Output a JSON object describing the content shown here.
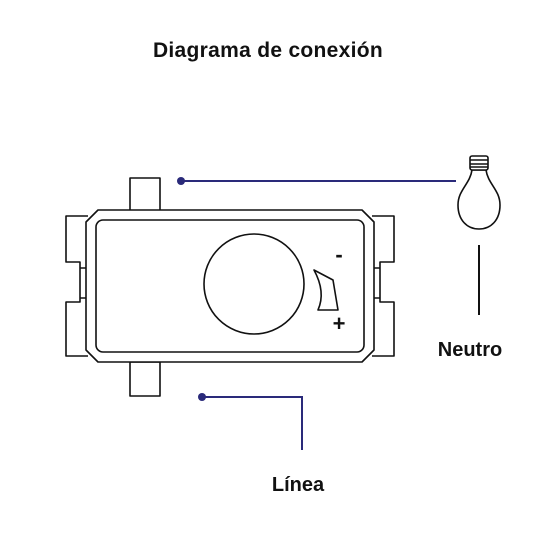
{
  "title": "Diagrama de conexión",
  "labels": {
    "neutro": "Neutro",
    "linea": "Línea"
  },
  "dimmer": {
    "minus_symbol": "-",
    "plus_symbol": "+"
  },
  "icons": {
    "bulb": "light-bulb-icon",
    "knob": "dimmer-knob-icon",
    "ramp": "brightness-ramp-icon"
  },
  "colors": {
    "wire": "#2a2a7a",
    "outline": "#111111"
  }
}
